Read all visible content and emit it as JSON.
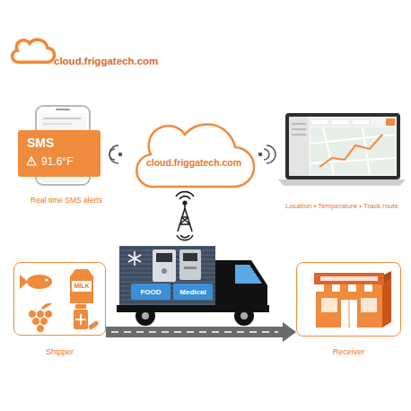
{
  "diagram": {
    "nodes": [
      {
        "text": [
          "Real time SMS alerts"
        ]
      },
      {
        "text": [
          "SMS",
          "91.6°F"
        ],
        "in": 0
      },
      {
        "text": [
          "cloud.friggatech.com"
        ]
      },
      {
        "text": [
          "Location • Temperature • Track route"
        ]
      },
      {
        "text": [
          "FOOD"
        ]
      },
      {
        "text": [
          "Medical"
        ]
      },
      {
        "text": [
          "Shipper"
        ]
      },
      {
        "text": [
          "Receiver"
        ]
      }
    ],
    "edges": [
      {
        "from": 6,
        "to": 7,
        "arrow": "to"
      }
    ],
    "labels": [
      "cloud.friggatech.com",
      "MILK"
    ]
  }
}
